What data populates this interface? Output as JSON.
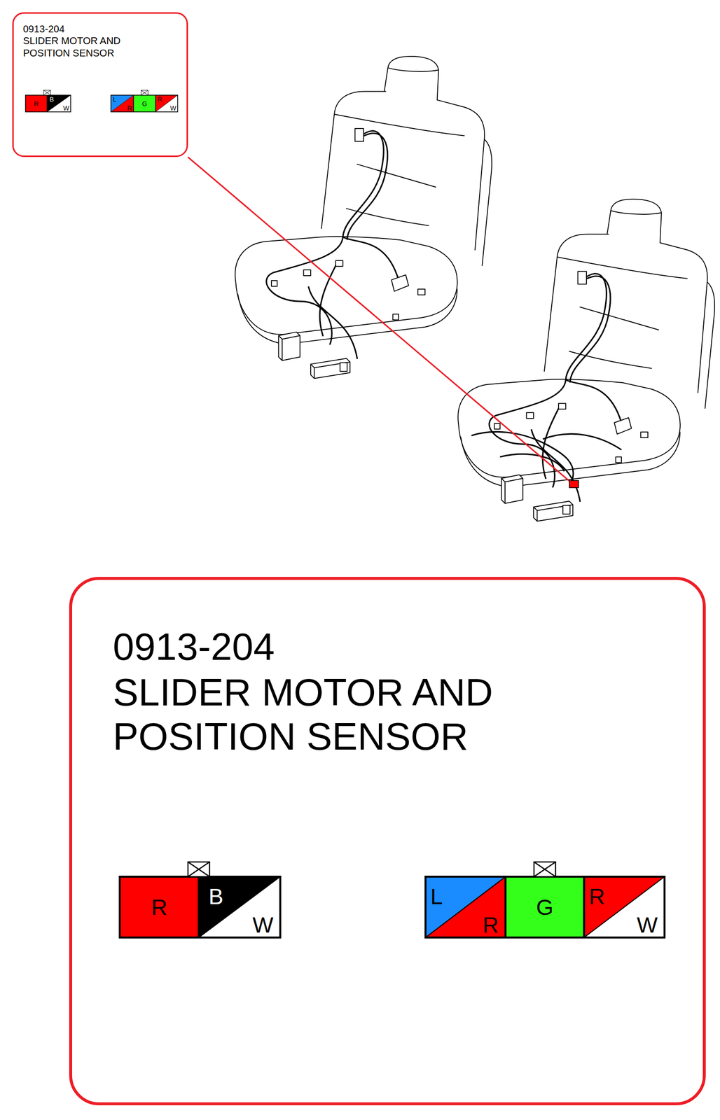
{
  "diagram": {
    "nodes": [
      {
        "text": [
          "0913-204",
          "SLIDER MOTOR AND POSITION SENSOR"
        ]
      },
      {
        "text": [
          "R",
          "B",
          "W"
        ],
        "in": 0
      },
      {
        "text": [
          "L",
          "R",
          "G",
          "R",
          "W"
        ],
        "in": 0
      },
      {
        "text": [
          "0913-204",
          "SLIDER MOTOR AND POSITION SENSOR"
        ]
      },
      {
        "text": [
          "R",
          "B",
          "W"
        ],
        "in": 3
      },
      {
        "text": [
          "L",
          "R",
          "G",
          "R",
          "W"
        ],
        "in": 3
      }
    ]
  }
}
